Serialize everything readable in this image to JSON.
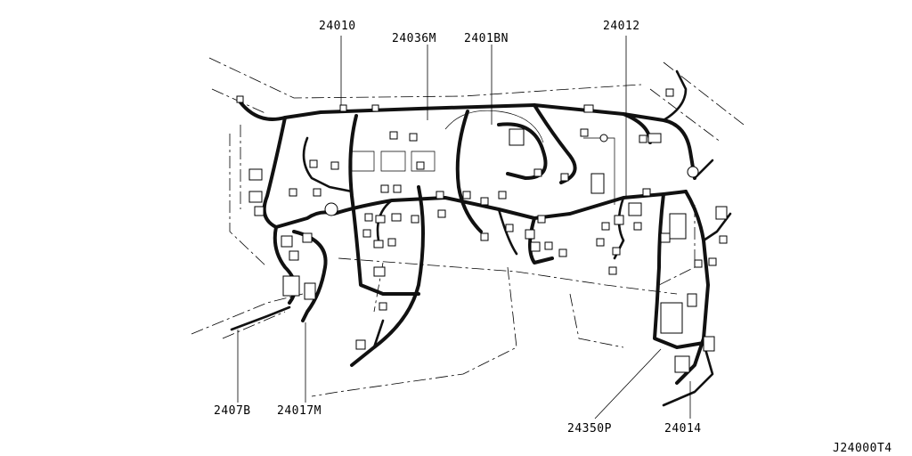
{
  "parts": {
    "p24010": "24010",
    "p24036M": "24036M",
    "p24018N": "2401BN",
    "p24012": "24012",
    "p24078": "2407B",
    "p24017M": "24017M",
    "p24350P": "24350P",
    "p24014": "24014"
  },
  "figure_code": "J24000T4"
}
